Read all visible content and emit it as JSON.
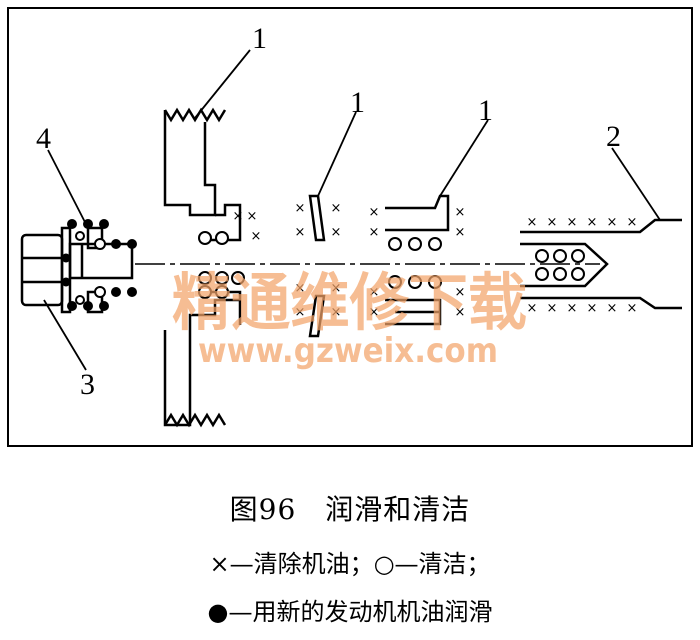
{
  "labels": {
    "one_a": "1",
    "one_b": "1",
    "one_c": "1",
    "two": "2",
    "three": "3",
    "four": "4"
  },
  "watermark": {
    "text": "精通维修下载",
    "url": "www.gzweix.com",
    "color": "#f3a36a"
  },
  "caption": {
    "title": "图96　润滑和清洁",
    "line1": "×—清除机油；○—清洁；",
    "line2": "●—用新的发动机机油润滑"
  }
}
